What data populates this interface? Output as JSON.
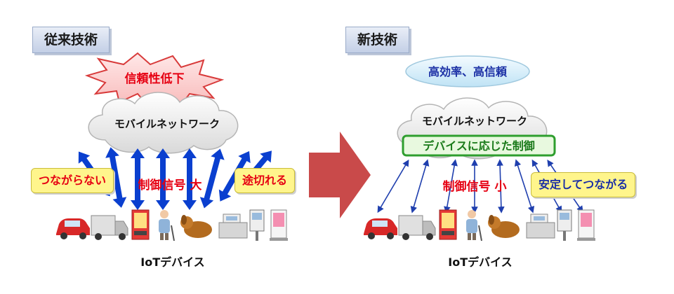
{
  "left": {
    "title": "従来技術",
    "burst_label": "信頼性低下",
    "cloud_label": "モバイルネットワーク",
    "callout_left": "つながらない",
    "callout_right": "途切れる",
    "signal_label": "制御信号",
    "signal_size": "大",
    "devices_label": "IoTデバイス"
  },
  "right": {
    "title": "新技術",
    "ellipse_label": "高効率、高信頼",
    "cloud_label": "モバイルネットワーク",
    "control_box_label": "デバイスに応じた制御",
    "signal_label": "制御信号",
    "signal_size": "小",
    "callout": "安定してつながる",
    "devices_label": "IoTデバイス"
  },
  "colors": {
    "arrow_blue": "#0a3fcf",
    "thin_arrow_blue": "#1f3fae",
    "red_text": "#e60012",
    "center_arrow": "#c94a4a",
    "callout_bg": "#fff58c",
    "control_box_green": "#2e9e2e"
  },
  "icons": [
    "car-icon",
    "truck-icon",
    "vending-machine-icon",
    "person-icon",
    "dog-icon",
    "cash-register-icon",
    "meter-icon",
    "kiosk-icon"
  ]
}
